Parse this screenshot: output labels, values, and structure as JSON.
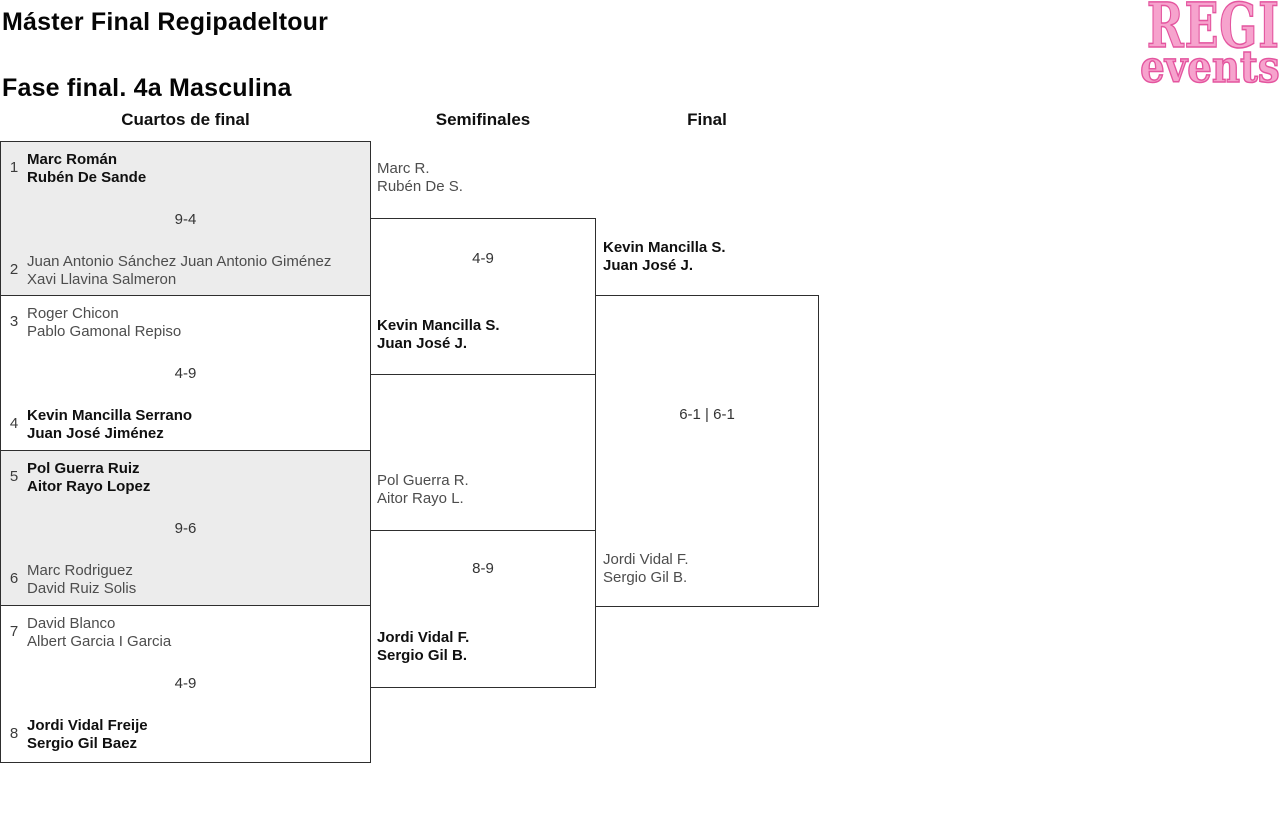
{
  "header": {
    "title_line1": "Máster Final Regipadeltour",
    "title_line2": "Fase final. 4a Masculina"
  },
  "logo": {
    "word1": "REGI",
    "word2": "events",
    "fill_color": "#f6a3cd",
    "outline_color": "#e4559f"
  },
  "columns": {
    "quarterfinals": "Cuartos de final",
    "semifinals": "Semifinales",
    "final": "Final"
  },
  "quarterfinals": [
    {
      "top_seed": "1",
      "top_names": [
        "Marc Román",
        "Rubén De Sande"
      ],
      "top_winner": true,
      "score": "9-4",
      "bottom_seed": "2",
      "bottom_names": [
        "Juan Antonio Sánchez Juan Antonio Giménez",
        "Xavi Llavina Salmeron"
      ],
      "bottom_winner": false
    },
    {
      "top_seed": "3",
      "top_names": [
        "Roger Chicon",
        "Pablo Gamonal Repiso"
      ],
      "top_winner": false,
      "score": "4-9",
      "bottom_seed": "4",
      "bottom_names": [
        "Kevin Mancilla Serrano",
        "Juan José Jiménez"
      ],
      "bottom_winner": true
    },
    {
      "top_seed": "5",
      "top_names": [
        "Pol Guerra Ruiz",
        "Aitor Rayo Lopez"
      ],
      "top_winner": true,
      "score": "9-6",
      "bottom_seed": "6",
      "bottom_names": [
        "Marc Rodriguez",
        "David Ruiz Solis"
      ],
      "bottom_winner": false
    },
    {
      "top_seed": "7",
      "top_names": [
        "David Blanco",
        "Albert Garcia I Garcia"
      ],
      "top_winner": false,
      "score": "4-9",
      "bottom_seed": "8",
      "bottom_names": [
        "Jordi Vidal Freije",
        "Sergio Gil Baez"
      ],
      "bottom_winner": true
    }
  ],
  "semifinals": [
    {
      "top_names": [
        "Marc R.",
        "Rubén De S."
      ],
      "top_winner": false,
      "score": "4-9",
      "bottom_names": [
        "Kevin Mancilla S.",
        "Juan José J."
      ],
      "bottom_winner": true
    },
    {
      "top_names": [
        "Pol Guerra R.",
        "Aitor Rayo L."
      ],
      "top_winner": false,
      "score": "8-9",
      "bottom_names": [
        "Jordi Vidal F.",
        "Sergio Gil B."
      ],
      "bottom_winner": true
    }
  ],
  "final": {
    "top_names": [
      "Kevin Mancilla S.",
      "Juan José J."
    ],
    "top_winner": true,
    "score": "6-1 | 6-1",
    "bottom_names": [
      "Jordi Vidal F.",
      "Sergio Gil B."
    ],
    "bottom_winner": false
  }
}
